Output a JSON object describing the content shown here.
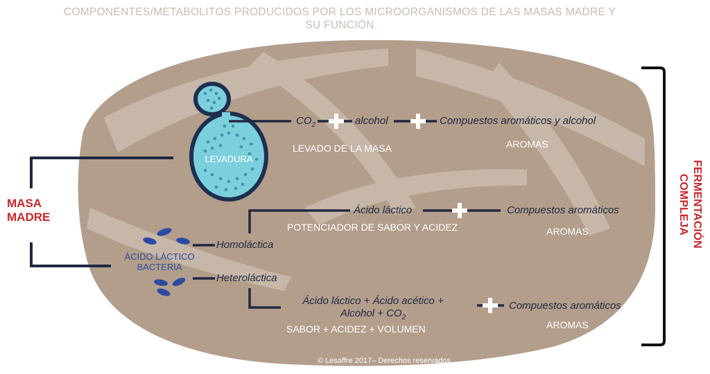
{
  "title": {
    "line1": "COMPONENTES/METABOLITOS PRODUCIDOS POR LOS MICROORGANISMOS DE LAS MASAS MADRE Y",
    "line2": "SU FUNCIÓN"
  },
  "masa_madre": {
    "line1": "MASA",
    "line2": "MADRE"
  },
  "fermentacion": {
    "line1": "FERMENTACIÓN",
    "line2": "COMPLEJA"
  },
  "levadura": {
    "label": "LEVADURA",
    "co2": "CO",
    "co2_sub": "2",
    "alcohol": "alcohol",
    "compuestos": "Compuestos aromáticos y alcohol",
    "function": "LEVADO DE LA MASA",
    "aromas": "AROMAS"
  },
  "bacteria": {
    "line1": "ÁCIDO LÁCTICO",
    "line2": "BACTERIA",
    "homo": "Homoláctica",
    "hetero": "Heteroláctica"
  },
  "homolactica": {
    "acido": "Ácido láctico",
    "compuestos": "Compuestos aromáticos",
    "function": "POTENCIADOR DE SABOR Y ACIDEZ",
    "aromas": "AROMAS"
  },
  "heterolactica": {
    "line1": "Ácido láctico + Ácido acético +",
    "line2": "Alcohol  + CO",
    "line2_sub": "2",
    "compuestos": "Compuestos aromáticos",
    "function": "SABOR + ACIDEZ + VOLUMEN",
    "aromas": "AROMAS"
  },
  "copyright": "© Lesaffre 2017– Derechos reservados",
  "colors": {
    "bread": "#b39e8c",
    "bread_light": "#cbbdb0",
    "line": "#1f2840",
    "red": "#c8262b",
    "cell": "#7ccfdc",
    "bacteria": "#2c4aa0"
  }
}
